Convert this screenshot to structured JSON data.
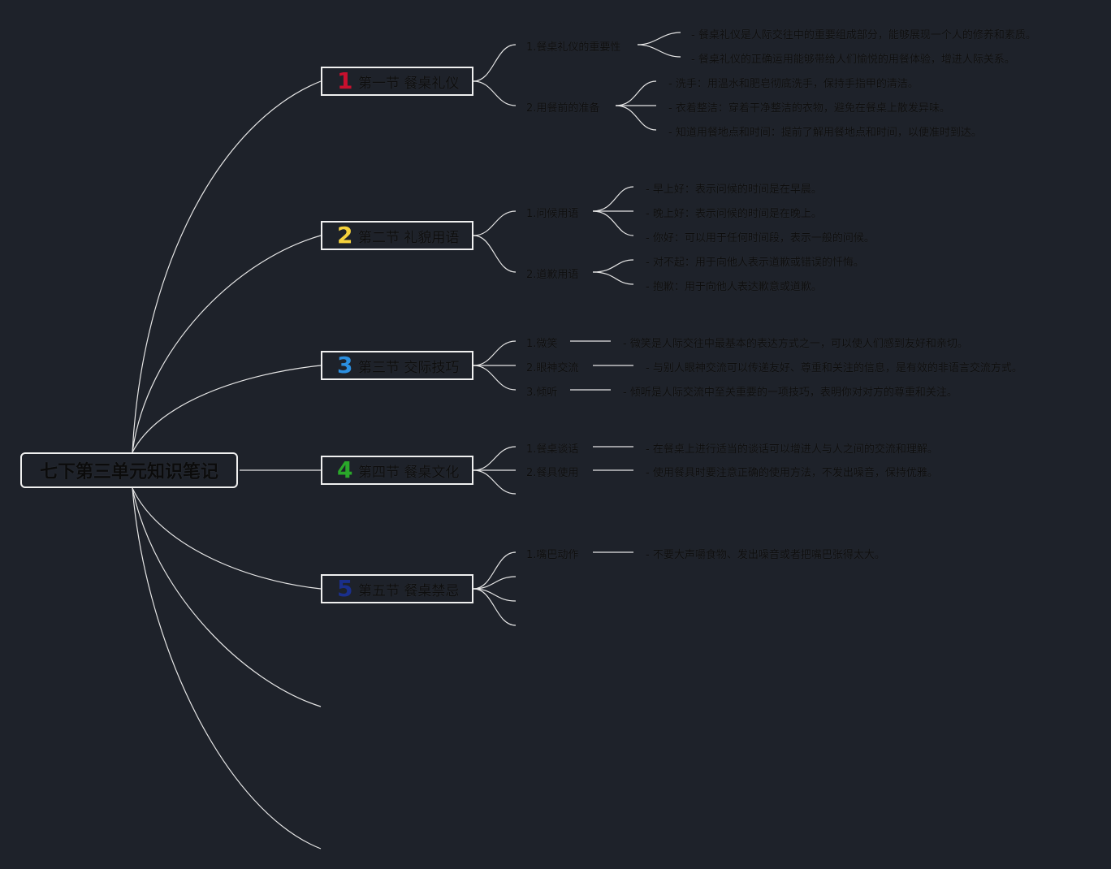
{
  "root": {
    "title": "七下第三单元知识笔记"
  },
  "sections": [
    {
      "number": "1",
      "number_color": "#c8102e",
      "title": "第一节 餐桌礼仪",
      "subs": [
        {
          "label": "1.餐桌礼仪的重要性",
          "items": [
            "- 餐桌礼仪是人际交往中的重要组成部分，能够展现一个人的修养和素质。",
            "- 餐桌礼仪的正确运用能够带给人们愉悦的用餐体验，增进人际关系。"
          ]
        },
        {
          "label": "2.用餐前的准备",
          "items": [
            "- 洗手：用温水和肥皂彻底洗手，保持手指甲的清洁。",
            "- 衣着整洁：穿着干净整洁的衣物，避免在餐桌上散发异味。",
            "- 知道用餐地点和时间：提前了解用餐地点和时间，以便准时到达。"
          ]
        }
      ]
    },
    {
      "number": "2",
      "number_color": "#f5d23c",
      "title": "第二节 礼貌用语",
      "subs": [
        {
          "label": "1.问候用语",
          "items": [
            "- 早上好：表示问候的时间是在早晨。",
            "- 晚上好：表示问候的时间是在晚上。",
            "- 你好：可以用于任何时间段，表示一般的问候。"
          ]
        },
        {
          "label": "2.道歉用语",
          "items": [
            "- 对不起：用于向他人表示道歉或错误的忏悔。",
            "- 抱歉：用于向他人表达歉意或道歉。"
          ]
        }
      ]
    },
    {
      "number": "3",
      "number_color": "#2b8fe0",
      "title": "第三节 交际技巧",
      "subs": [
        {
          "label": "1.微笑",
          "items": [
            "- 微笑是人际交往中最基本的表达方式之一，可以使人们感到友好和亲切。"
          ]
        },
        {
          "label": "2.眼神交流",
          "items": [
            "- 与别人眼神交流可以传递友好、尊重和关注的信息，是有效的非语言交流方式。"
          ]
        },
        {
          "label": "3.倾听",
          "items": [
            "- 倾听是人际交流中至关重要的一项技巧，表明你对对方的尊重和关注。"
          ]
        }
      ]
    },
    {
      "number": "4",
      "number_color": "#2aa82a",
      "title": "第四节 餐桌文化",
      "subs": [
        {
          "label": "1.餐桌谈话",
          "items": [
            "- 在餐桌上进行适当的谈话可以增进人与人之间的交流和理解。"
          ]
        },
        {
          "label": "2.餐具使用",
          "items": [
            "- 使用餐具时要注意正确的使用方法，不发出噪音，保持优雅。"
          ]
        }
      ]
    },
    {
      "number": "5",
      "number_color": "#1a2f8c",
      "title": "第五节 餐桌禁忌",
      "subs": [
        {
          "label": "1.嘴巴动作",
          "items": [
            "- 不要大声嚼食物、发出噪音或者把嘴巴张得太大。"
          ]
        }
      ]
    }
  ]
}
